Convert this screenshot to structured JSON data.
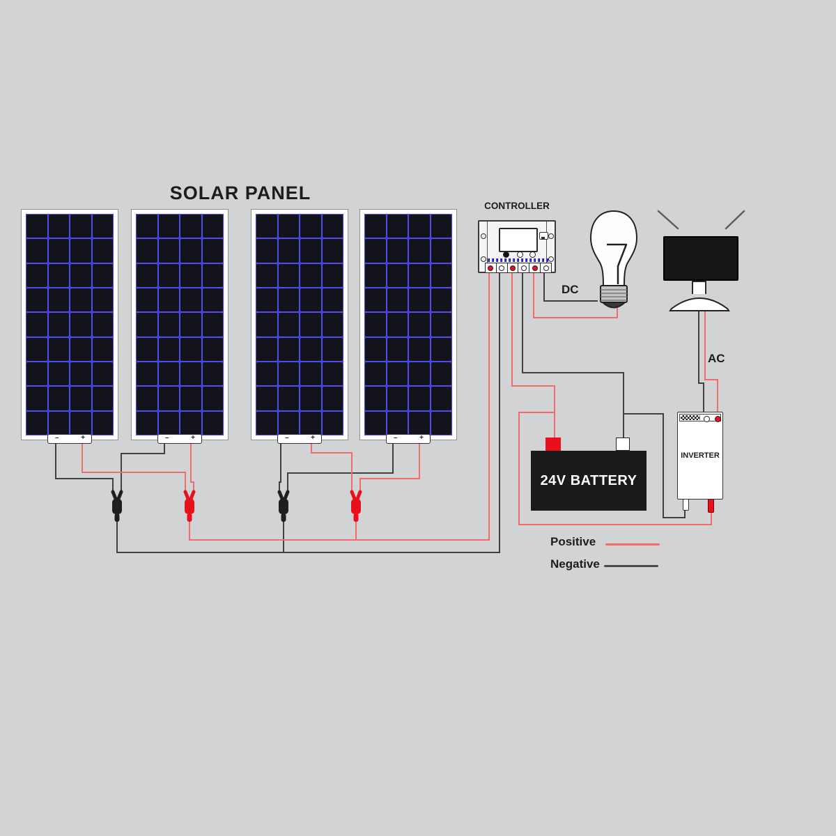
{
  "title": "SOLAR PANEL",
  "solar_panels": {
    "count": 4,
    "cell_rows": 9,
    "cell_cols": 4,
    "junction_minus_label": "–",
    "junction_plus_label": "+"
  },
  "controller": {
    "label": "CONTROLLER",
    "terminal_colors": [
      "red",
      "white",
      "red",
      "white",
      "red",
      "white"
    ]
  },
  "dc_load_label": "DC",
  "ac_load_label": "AC",
  "battery": {
    "label": "24V BATTERY"
  },
  "inverter": {
    "label": "INVERTER"
  },
  "legend": {
    "positive_label": "Positive",
    "negative_label": "Negative"
  },
  "colors": {
    "background": "#d2d3d5",
    "positive_wire": "#f26a6a",
    "negative_wire": "#404040",
    "connector_red": "#e8101c",
    "panel_grid_blue": "#4040e0",
    "battery_black": "#1b1b1b"
  }
}
